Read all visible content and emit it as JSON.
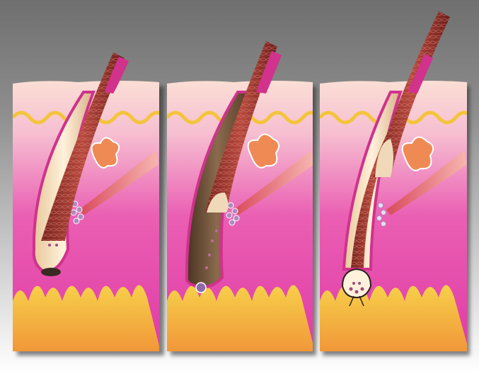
{
  "image": {
    "kind": "illustration",
    "panels": [
      {
        "stage_index": 1
      },
      {
        "stage_index": 2
      },
      {
        "stage_index": 3
      }
    ]
  },
  "palette": {
    "epidermis": "#f7c7b4",
    "dermis_top": "#f9d4c6",
    "dermis": "#ea5fb3",
    "dermis_deep": "#e03aa5",
    "papilla_layer": "#f3c43c",
    "fat_layer": "#f29a3a",
    "hair_shaft": "#a23a32",
    "hair_bulb": "#f0d9b8",
    "follicle_sheath": "#f1ddb8",
    "follicle_outline": "#d0328c",
    "gland": "#f08a54",
    "muscle": "#e65a66"
  }
}
